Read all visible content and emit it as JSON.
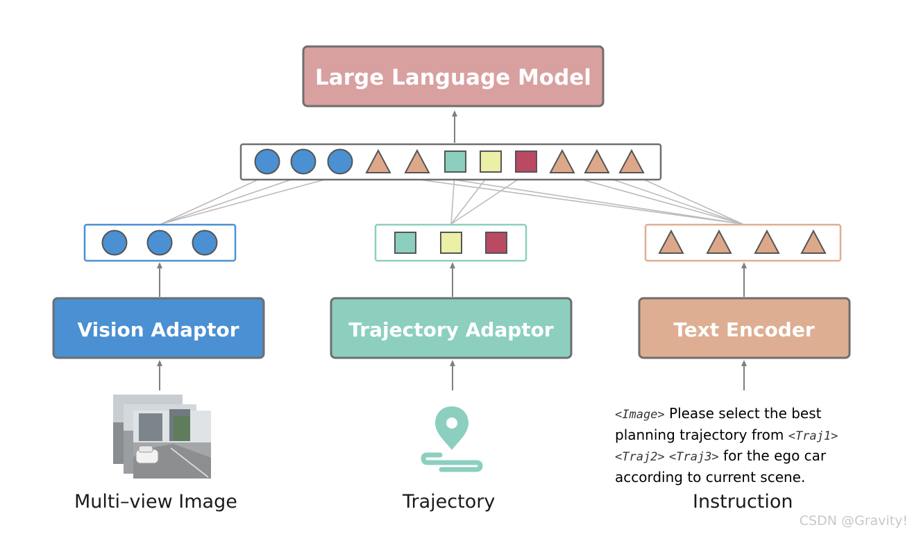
{
  "boxes": {
    "llm": "Large Language Model",
    "vision_adaptor": "Vision Adaptor",
    "trajectory_adaptor": "Trajectory Adaptor",
    "text_encoder": "Text Encoder"
  },
  "captions": {
    "multi_view": "Multi–view Image",
    "trajectory": "Trajectory",
    "instruction": "Instruction"
  },
  "instruction": {
    "image_tag": "<Image>",
    "text_1": " Please select the best planning trajectory from ",
    "traj1": "<Traj1>",
    "traj2": "<Traj2>",
    "traj3": "<Traj3>",
    "text_2": " for the ego car according to current scene."
  },
  "watermark": "CSDN @Gravity!",
  "colors": {
    "llm": "#d9a0a0",
    "vision": "#4a90d2",
    "trajectory": "#8ccfbf",
    "text_encoder": "#deae92",
    "token_circle": "#4a90d2",
    "token_triangle": "#dda88a",
    "token_square_teal": "#8ccfbf",
    "token_square_yellow": "#ecefa6",
    "token_square_red": "#ba4a63",
    "box_border": "#6e6e6e",
    "connector": "#bbbbbb",
    "arrow": "#7f7f7f"
  },
  "icons": {
    "trajectory": "location-pin-icon",
    "image": "multi-view-camera-images"
  }
}
